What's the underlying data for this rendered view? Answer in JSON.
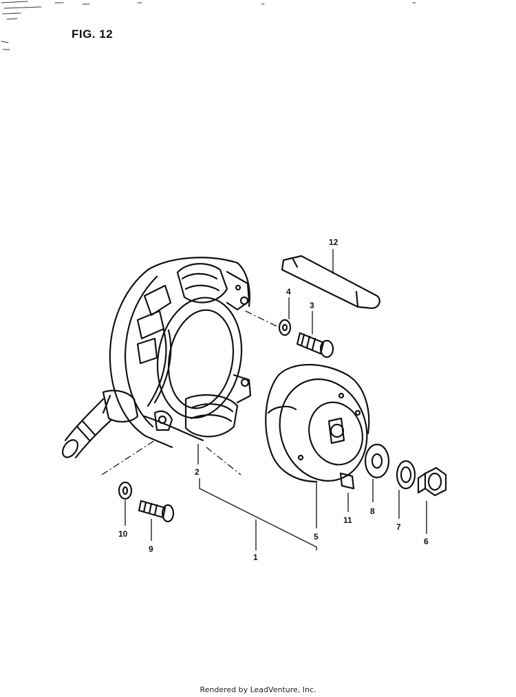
{
  "figure": {
    "title": "FIG. 12"
  },
  "callouts": [
    {
      "id": "1",
      "label": "1"
    },
    {
      "id": "2",
      "label": "2"
    },
    {
      "id": "3",
      "label": "3"
    },
    {
      "id": "4",
      "label": "4"
    },
    {
      "id": "5",
      "label": "5"
    },
    {
      "id": "6",
      "label": "6"
    },
    {
      "id": "7",
      "label": "7"
    },
    {
      "id": "8",
      "label": "8"
    },
    {
      "id": "9",
      "label": "9"
    },
    {
      "id": "10",
      "label": "10"
    },
    {
      "id": "11",
      "label": "11"
    },
    {
      "id": "12",
      "label": "12"
    }
  ],
  "footer": {
    "text": "Rendered by LeadVenture, Inc."
  },
  "colors": {
    "ink": "#111111",
    "paper": "#ffffff"
  }
}
